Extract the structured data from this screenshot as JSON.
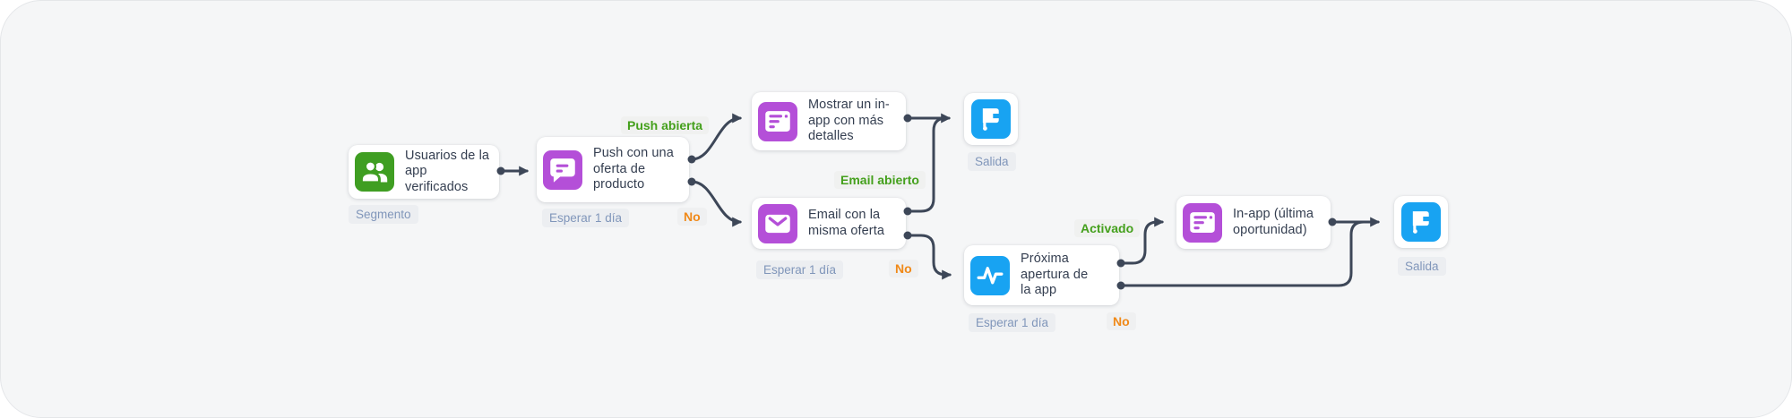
{
  "flow": {
    "nodes": {
      "segment": {
        "icon": "users-icon",
        "label": "Usuarios de la\napp verificados",
        "tag": "Segmento"
      },
      "push": {
        "icon": "push-message-icon",
        "label": "Push con una\noferta de\nproducto",
        "tag": "Esperar 1 día",
        "branch_yes": "Push abierta",
        "branch_no": "No"
      },
      "inapp_detail": {
        "icon": "inapp-message-icon",
        "label": "Mostrar un in-\napp con más\ndetalles"
      },
      "exit1": {
        "icon": "flag-icon",
        "tag": "Salida"
      },
      "email": {
        "icon": "email-icon",
        "label": "Email con la\nmisma oferta",
        "tag": "Esperar 1 día",
        "branch_yes": "Email abierto",
        "branch_no": "No"
      },
      "next_open": {
        "icon": "pulse-trigger-icon",
        "label": "Próxima\napertura de\nla app",
        "tag": "Esperar 1 día",
        "branch_yes": "Activado",
        "branch_no": "No"
      },
      "inapp_last": {
        "icon": "inapp-message-icon",
        "label": "In-app (última\noportunidad)"
      },
      "exit2": {
        "icon": "flag-icon",
        "tag": "Salida"
      }
    },
    "colors": {
      "canvas_bg": "#f5f6f7",
      "segment_icon": "#3f9e22",
      "message_icon": "#b44fd8",
      "trigger_exit_icon": "#18a3f2",
      "connector": "#3d4758",
      "branch_yes_text": "#44a01c",
      "branch_no_text": "#f08918",
      "tag_text": "#8096ba",
      "tag_bg": "#eceef1",
      "node_text": "#343e50"
    }
  }
}
